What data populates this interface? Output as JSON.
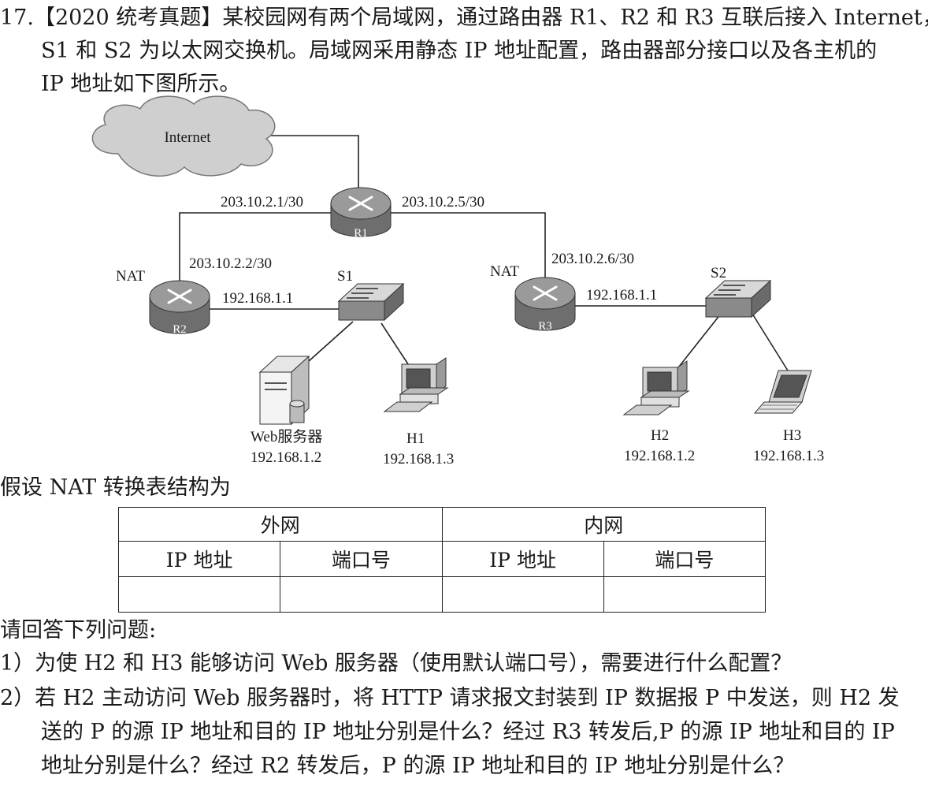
{
  "question": {
    "line1": "17.【2020 统考真题】某校园网有两个局域网，通过路由器 R1、R2 和 R3 互联后接入 Internet，",
    "line2": "S1 和 S2 为以太网交换机。局域网采用静态 IP 地址配置，路由器部分接口以及各主机的",
    "line3": "IP 地址如下图所示。"
  },
  "diagram": {
    "internet": "Internet",
    "r1": {
      "name": "R1",
      "left_ip": "203.10.2.1/30",
      "right_ip": "203.10.2.5/30"
    },
    "r2": {
      "name": "R2",
      "tag": "NAT",
      "wan_ip": "203.10.2.2/30",
      "lan_ip": "192.168.1.1"
    },
    "r3": {
      "name": "R3",
      "tag": "NAT",
      "wan_ip": "203.10.2.6/30",
      "lan_ip": "192.168.1.1"
    },
    "s1": "S1",
    "s2": "S2",
    "web": {
      "name": "Web服务器",
      "ip": "192.168.1.2"
    },
    "h1": {
      "name": "H1",
      "ip": "192.168.1.3"
    },
    "h2": {
      "name": "H2",
      "ip": "192.168.1.2"
    },
    "h3": {
      "name": "H3",
      "ip": "192.168.1.3"
    }
  },
  "nat_intro": "假设 NAT 转换表结构为",
  "nat_table": {
    "outer": "外网",
    "inner": "内网",
    "ip_header": "IP 地址",
    "port_header": "端口号"
  },
  "prompt": "请回答下列问题:",
  "q1": "1）为使 H2 和 H3 能够访问 Web 服务器（使用默认端口号），需要进行什么配置？",
  "q2_line1": "2）若 H2 主动访问 Web 服务器时，将 HTTP 请求报文封装到 IP 数据报 P 中发送，则 H2 发",
  "q2_line2": "送的 P 的源 IP 地址和目的 IP 地址分别是什么？经过 R3 转发后,P 的源 IP 地址和目的 IP",
  "q2_line3": "地址分别是什么？经过 R2 转发后，P 的源 IP 地址和目的 IP 地址分别是什么？"
}
